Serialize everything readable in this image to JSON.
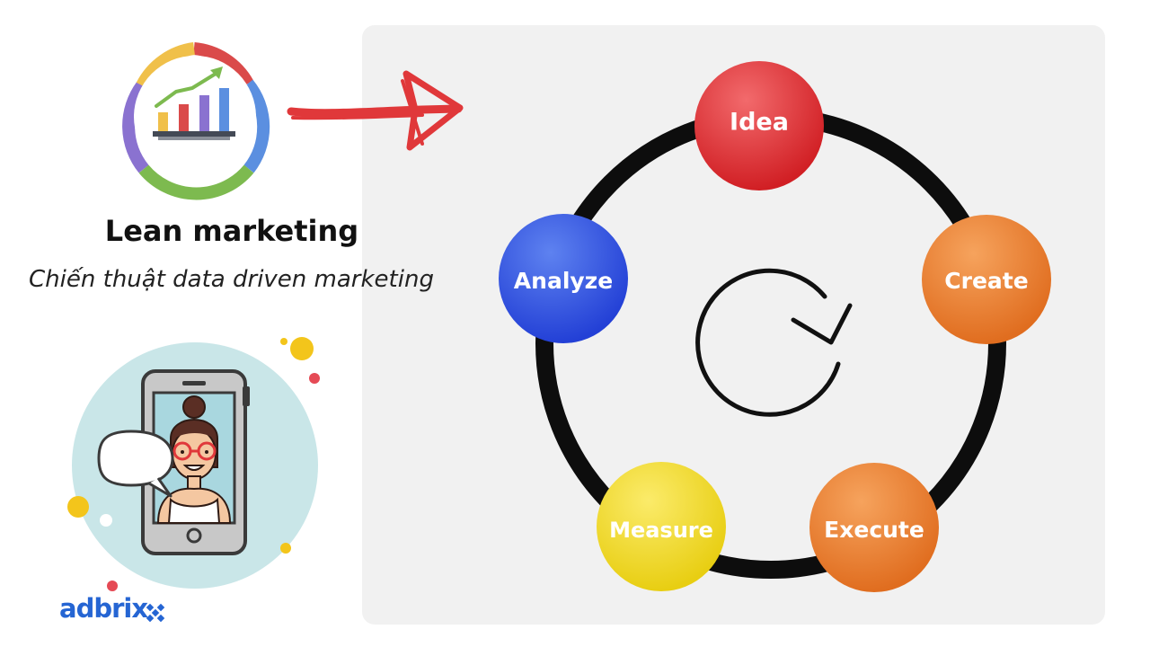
{
  "title": "Lean marketing",
  "subtitle": "Chiến thuật data driven marketing",
  "brand": {
    "name": "adbrix",
    "color": "#2565d3"
  },
  "header_icon": "analytics-chart-icon",
  "illustration": "woman-in-phone-speech-bubble-illustration",
  "cycle": {
    "center_icon": "circular-arrow-icon",
    "steps": [
      {
        "label": "Idea",
        "color": "#dc2a2d"
      },
      {
        "label": "Create",
        "color": "#ec7a2b"
      },
      {
        "label": "Execute",
        "color": "#ec7a2b"
      },
      {
        "label": "Measure",
        "color": "#efdc20"
      },
      {
        "label": "Analyze",
        "color": "#2b53e0"
      }
    ]
  }
}
